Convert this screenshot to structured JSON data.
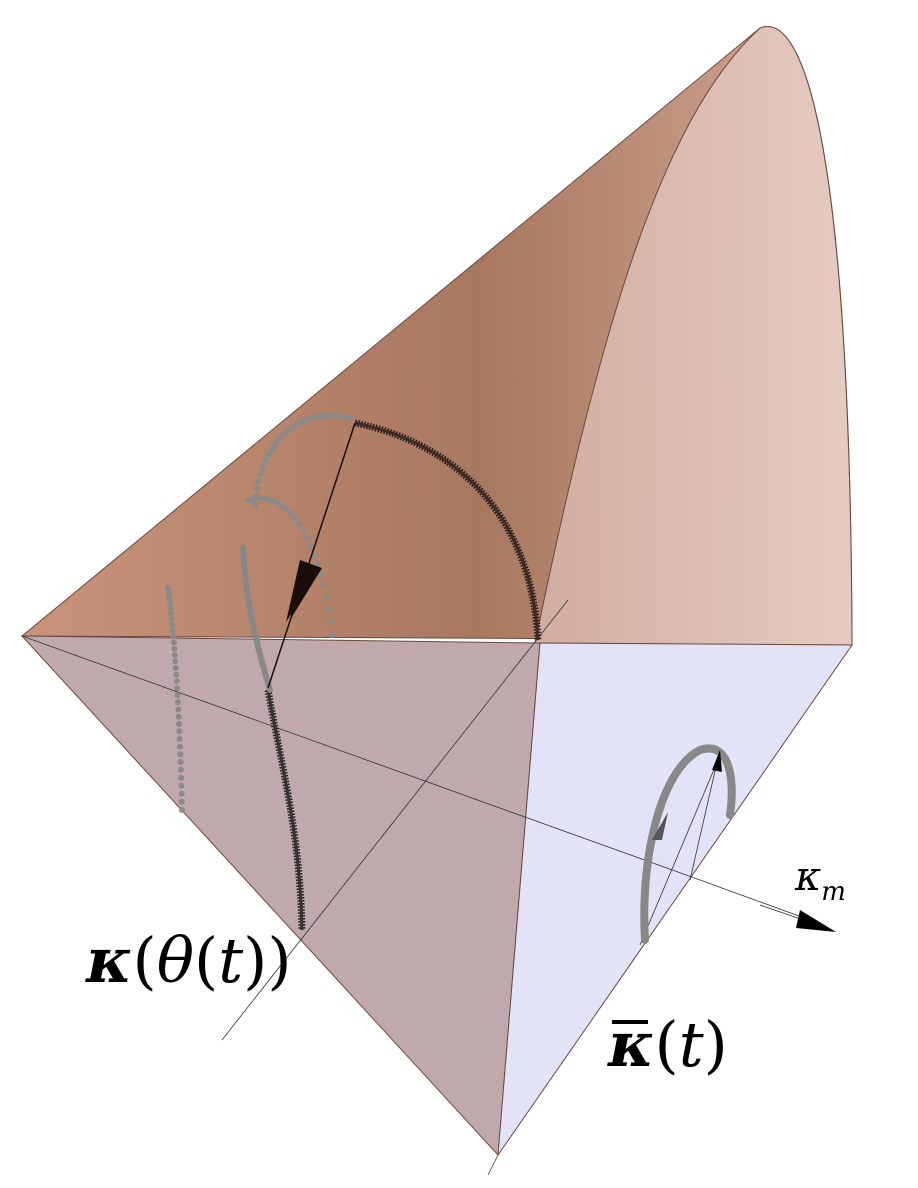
{
  "labels": {
    "kappa_m": {
      "base": "κ",
      "sub": "m"
    },
    "kappa_theta": {
      "sym": "κ",
      "open1": "(",
      "theta": "θ",
      "open2": "(",
      "t": "t",
      "close": "))"
    },
    "kappa_bar": {
      "sym": "κ",
      "open": "(",
      "t": "t",
      "close": ")"
    }
  },
  "colors": {
    "cone_upper": "#b07a64",
    "cone_upper_light": "#d9b1a0",
    "cone_side": "#dcbdb5",
    "cone_lower": "#bfa8ab",
    "cone_lower_right": "#e2e2f6",
    "trajectory_dark": "#2a1a16",
    "trajectory_gray": "#8a8a8a",
    "axis": "#333333"
  }
}
